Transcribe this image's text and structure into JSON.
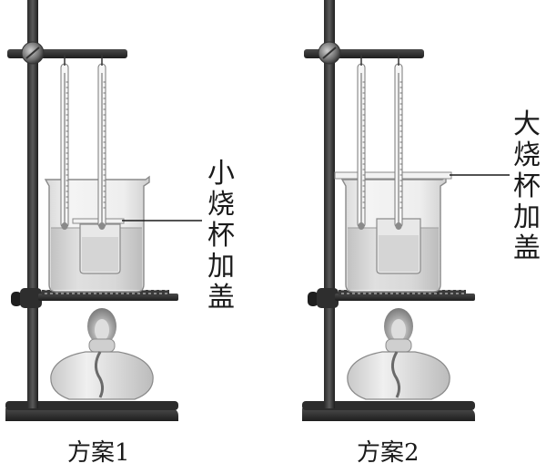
{
  "scheme1": {
    "caption": "方案1",
    "lid_label_chars": [
      "小",
      "烧",
      "杯",
      "加",
      "盖"
    ]
  },
  "scheme2": {
    "caption": "方案2",
    "lid_label_chars": [
      "大",
      "烧",
      "杯",
      "加",
      "盖"
    ]
  }
}
